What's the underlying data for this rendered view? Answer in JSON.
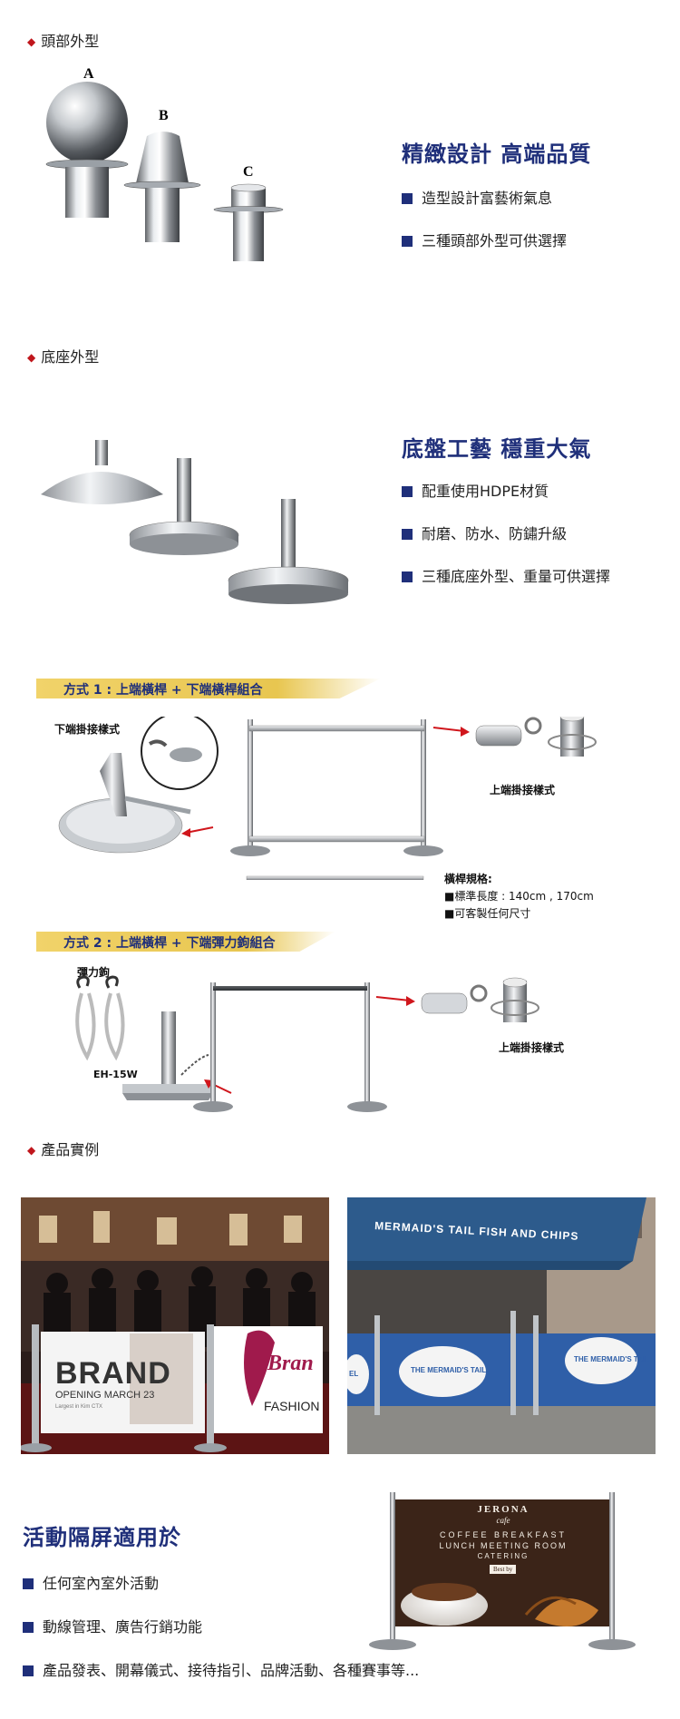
{
  "sections": {
    "head_shape": "頭部外型",
    "base_shape": "底座外型",
    "examples": "產品實例"
  },
  "heads": {
    "labels": [
      "A",
      "B",
      "C"
    ],
    "title": "精緻設計 高端品質",
    "bullets": [
      "造型設計富藝術氣息",
      "三種頭部外型可供選擇"
    ]
  },
  "bases": {
    "title": "底盤工藝 穩重大氣",
    "bullets": [
      "配重使用HDPE材質",
      "耐磨、防水、防鏽升級",
      "三種底座外型、重量可供選擇"
    ]
  },
  "method1": {
    "title": "方式 1 : 上端橫桿 + 下端橫桿組合",
    "lower_hook_label": "下端掛接樣式",
    "upper_hook_label": "上端掛接樣式",
    "spec_title": "橫桿規格:",
    "spec_lines": [
      "■標準長度 : 140cm , 170cm",
      "■可客製任何尺寸"
    ]
  },
  "method2": {
    "title": "方式 2 : 上端橫桿 + 下端彈力鉤組合",
    "hook_label": "彈力鉤",
    "model": "EH-15W",
    "upper_hook_label": "上端掛接樣式"
  },
  "photos": {
    "event_banner_brand": "BRAND",
    "event_banner_opening": "OPENING MARCH 23",
    "event_banner_small": "Largest in Kim CTX",
    "event_logo_word": "Bran",
    "event_logo_fashion": "FASHION",
    "cafe_umbrella": "MERMAID'S TAIL FISH AND CHIPS",
    "cafe_banner_logo": "THE MERMAID'S TAIL",
    "cafe_banner_logo_short": "EL"
  },
  "usage": {
    "title": "活動隔屏適用於",
    "bullets": [
      "任何室內室外活動",
      "動線管理、廣告行銷功能",
      "產品發表、開幕儀式、接待指引、品牌活動、各種賽事等..."
    ],
    "banner_brand": "JERONA",
    "banner_brand_sub": "cafe",
    "banner_line1": "COFFEE BREAKFAST",
    "banner_line2": "LUNCH MEETING ROOM",
    "banner_line3": "CATERING",
    "banner_tag": "Best by"
  },
  "colors": {
    "accent": "#1f2f7a",
    "diamond": "#c0161c",
    "band": "#e8c650",
    "arrow": "#d0161c"
  }
}
